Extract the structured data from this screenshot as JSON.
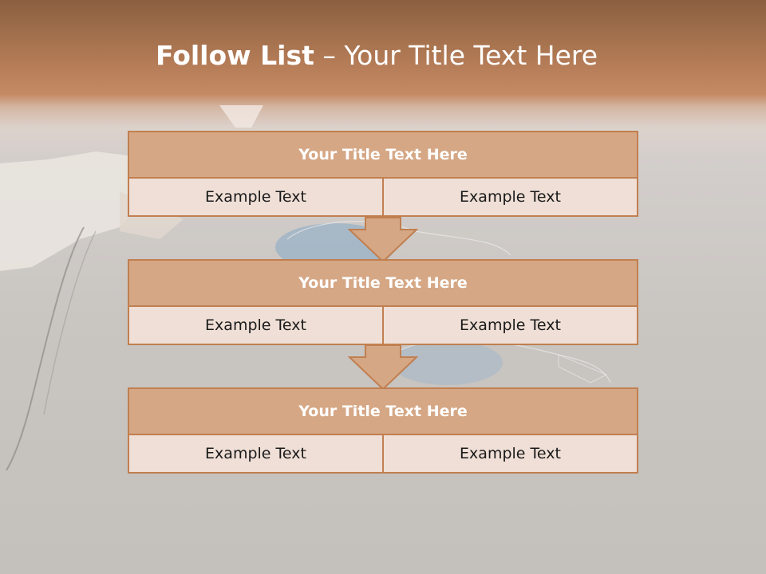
{
  "title": {
    "bold": "Follow List",
    "rest": " – Your Title Text Here"
  },
  "tables": [
    {
      "header": "Your Title Text Here",
      "left": "Example Text",
      "right": "Example Text"
    },
    {
      "header": "Your Title Text Here",
      "left": "Example Text",
      "right": "Example Text"
    },
    {
      "header": "Your Title Text Here",
      "left": "Example Text",
      "right": "Example Text"
    }
  ],
  "colors": {
    "header_fill": "#d5a785",
    "cell_fill": "#efdfd6",
    "border": "#c17f50",
    "arrow_fill": "#d5a785",
    "banner": "#b47c57"
  }
}
